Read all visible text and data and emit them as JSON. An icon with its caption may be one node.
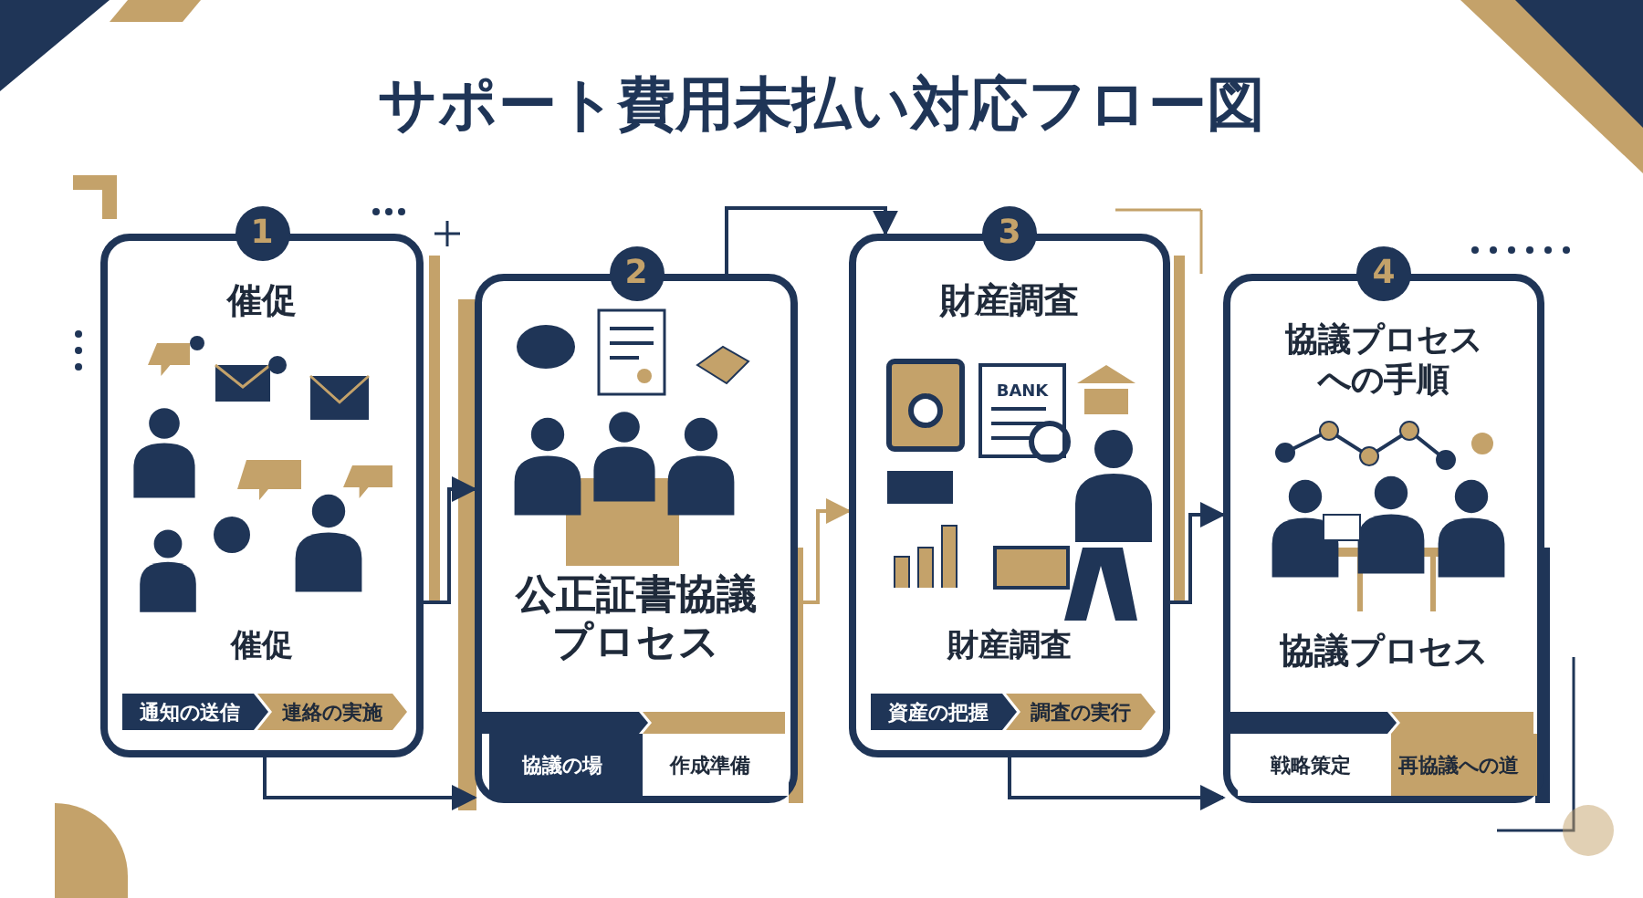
{
  "diagram": {
    "title": "サポート費用未払い対応フロー図",
    "nodes": [
      {
        "text": [
          "1",
          "催促",
          "催促"
        ]
      },
      {
        "text": [
          "通知の送信"
        ],
        "in": 0
      },
      {
        "text": [
          "連絡の実施"
        ],
        "in": 0
      },
      {
        "text": [
          "2",
          "公正証書協議プロセス"
        ]
      },
      {
        "text": [
          "協議の場"
        ],
        "in": 3
      },
      {
        "text": [
          "作成準備"
        ],
        "in": 3
      },
      {
        "text": [
          "3",
          "財産調査",
          "財産調査"
        ]
      },
      {
        "text": [
          "資産の把握"
        ],
        "in": 6
      },
      {
        "text": [
          "調査の実行"
        ],
        "in": 6
      },
      {
        "text": [
          "4",
          "協議プロセスへの手順",
          "協議プロセス"
        ]
      },
      {
        "text": [
          "戦略策定"
        ],
        "in": 9
      },
      {
        "text": [
          "再協議への道"
        ],
        "in": 9
      }
    ],
    "edges": [
      {
        "from": 0,
        "to": 3,
        "arrow": "to"
      },
      {
        "from": 0,
        "to": 3,
        "arrow": "to"
      },
      {
        "from": 3,
        "to": 6,
        "arrow": "to",
        "color": "#c4a26a"
      },
      {
        "from": 3,
        "to": 6,
        "arrow": "to"
      },
      {
        "from": 6,
        "to": 9,
        "arrow": "to"
      },
      {
        "from": 6,
        "to": 9,
        "arrow": "to"
      }
    ],
    "labels": [
      "BANK"
    ]
  }
}
